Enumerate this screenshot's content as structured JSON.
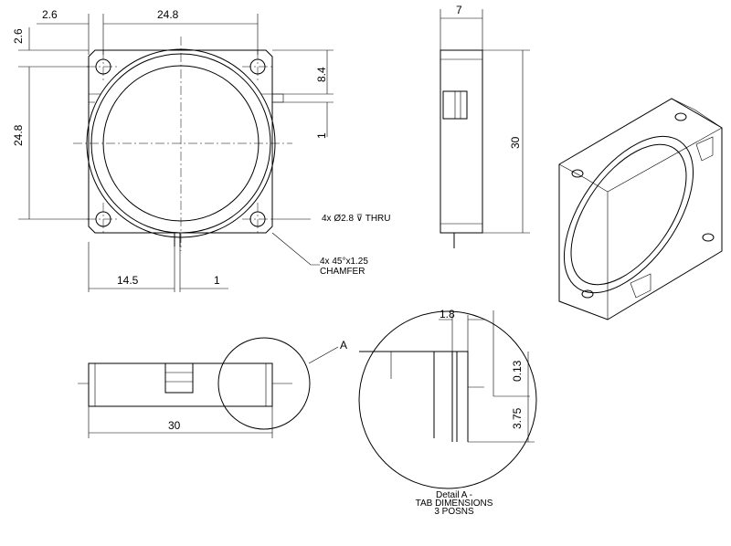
{
  "front_view": {
    "dims": {
      "left_margin": "2.6",
      "width": "24.8",
      "top_margin": "2.6",
      "height": "24.8",
      "tab_offset": "8.4",
      "tab_width": "1",
      "pin_offset": "14.5",
      "pin_width": "1"
    },
    "notes": {
      "holes": "4x Ø2.8 ⊽ THRU",
      "chamfer_line1": "4x 45°x1.25",
      "chamfer_line2": "CHAMFER"
    }
  },
  "side_view": {
    "dims": {
      "depth": "7",
      "height": "30"
    }
  },
  "bottom_view": {
    "dims": {
      "length": "30"
    },
    "detail_label": "A"
  },
  "detail_view": {
    "dims": {
      "tab_length": "1.8",
      "tab_thickness": "0.13",
      "tab_height": "3.75"
    },
    "caption": {
      "line1": "Detail A -",
      "line2": "TAB DIMENSIONS",
      "line3": "3 POSNS"
    }
  }
}
